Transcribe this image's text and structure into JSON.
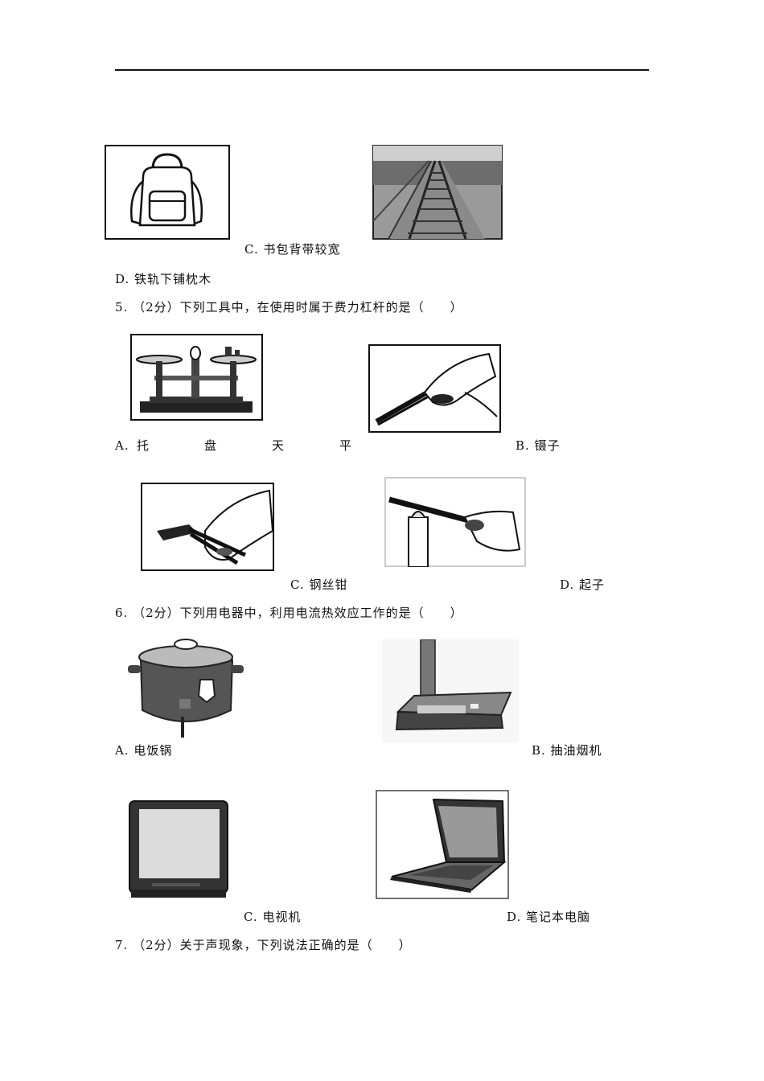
{
  "q4": {
    "option_c": "C. 书包背带较宽",
    "option_d": "D. 铁轨下铺枕木"
  },
  "q5": {
    "stem": "5. （2分）下列工具中，在使用时属于费力杠杆的是（　　）",
    "option_a": {
      "letter": "A.",
      "chars": [
        "托",
        "盘",
        "天",
        "平"
      ]
    },
    "option_b": "B. 镊子",
    "option_c": "C. 钢丝钳",
    "option_d": "D. 起子"
  },
  "q6": {
    "stem": "6. （2分）下列用电器中，利用电流热效应工作的是（　　）",
    "option_a": "A. 电饭锅",
    "option_b": "B. 抽油烟机",
    "option_c": "C. 电视机",
    "option_d": "D. 笔记本电脑"
  },
  "q7": {
    "stem": "7. （2分）关于声现象，下列说法正确的是（　　）"
  }
}
